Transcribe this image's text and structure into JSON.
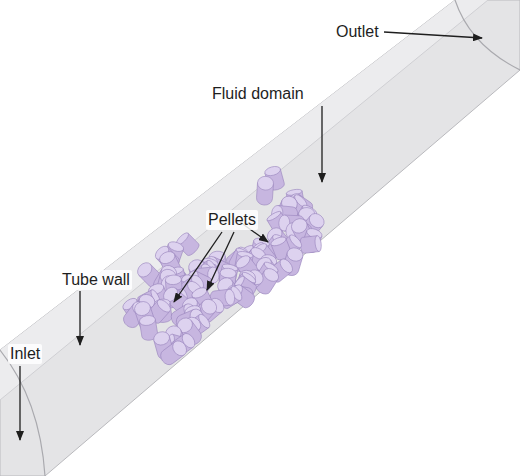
{
  "diagram": {
    "labels": [
      "Outlet",
      "Fluid domain",
      "Pellets",
      "Tube wall",
      "Inlet"
    ]
  }
}
